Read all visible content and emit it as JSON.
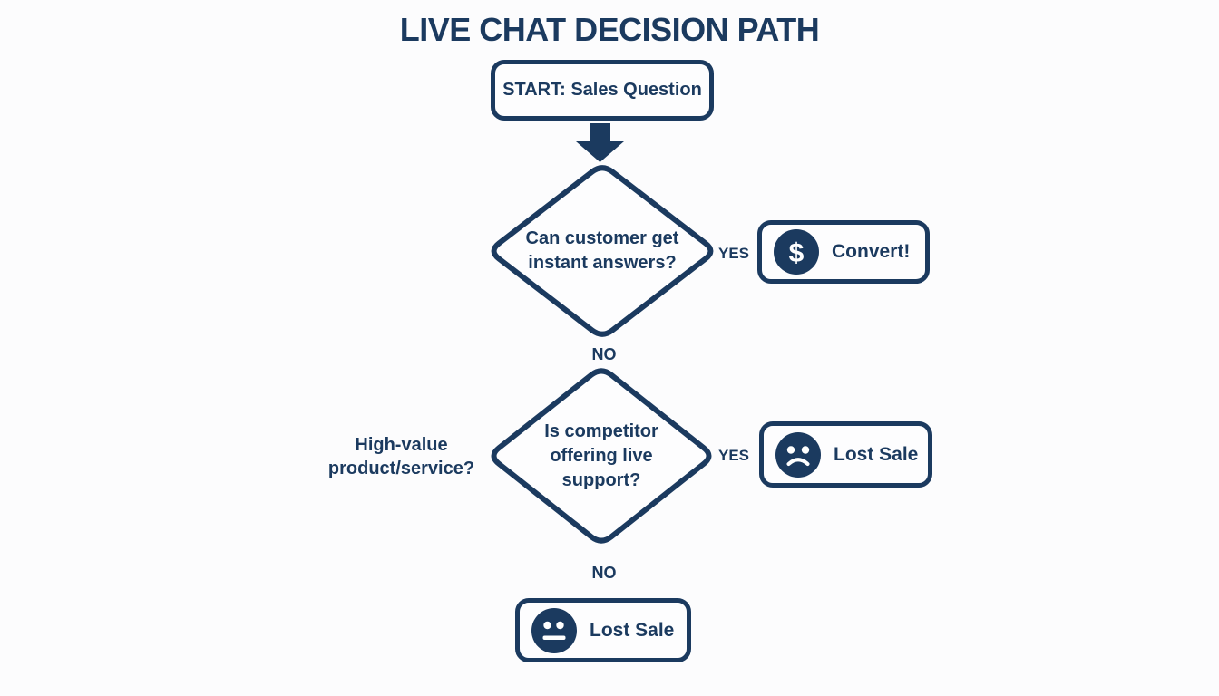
{
  "title": "LIVE CHAT DECISION PATH",
  "colors": {
    "navy": "#1b3a5f",
    "background": "#fcfcfd",
    "icon_foreground": "#ffffff"
  },
  "nodes": {
    "start": {
      "label": "START: Sales Question"
    },
    "decision1": {
      "line1": "Can customer get",
      "line2": "instant answers?",
      "yes_label": "YES",
      "no_label": "NO"
    },
    "convert": {
      "label": "Convert!",
      "icon": "dollar-icon",
      "icon_glyph": "$"
    },
    "side_note": {
      "line1": "High-value",
      "line2": "product/service?"
    },
    "decision2": {
      "line1": "Is competitor",
      "line2": "offering live",
      "line3": "support?",
      "yes_label": "YES",
      "no_label": "NO"
    },
    "lost_sale_right": {
      "label": "Lost Sale",
      "icon": "sad-face-icon"
    },
    "lost_sale_bottom": {
      "label": "Lost Sale",
      "icon": "neutral-face-icon"
    }
  }
}
